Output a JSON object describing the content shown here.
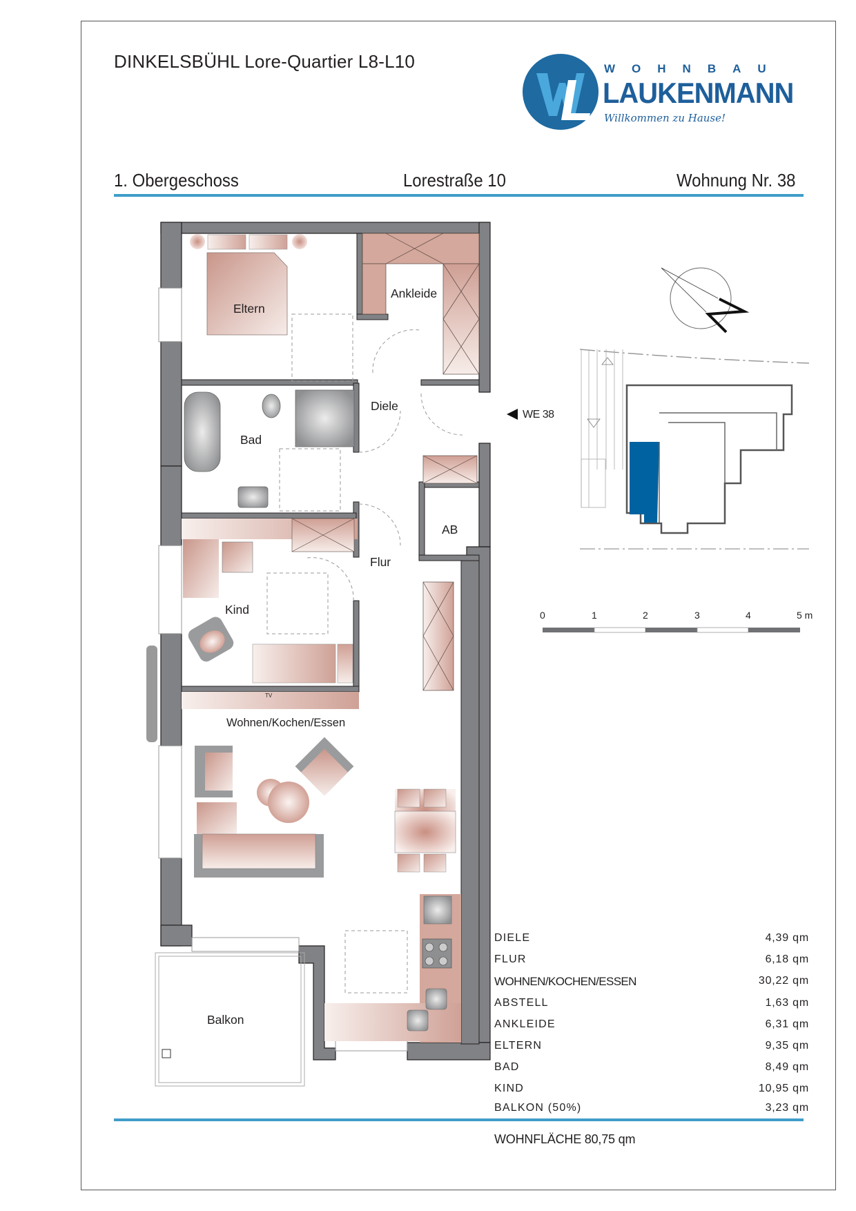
{
  "header": {
    "project": "DINKELSBÜHL  Lore-Quartier L8-L10",
    "floor": "1. Obergeschoss",
    "street": "Lorestraße 10",
    "unit": "Wohnung Nr. 38"
  },
  "logo": {
    "initials": "WL",
    "word_top": "WOHNBAU",
    "word_main": "LAUKENMANN",
    "slogan": "Willkommen zu Hause!",
    "brand_color": "#1e6aa1"
  },
  "floorplan": {
    "rooms": [
      {
        "id": "eltern",
        "label": "Eltern"
      },
      {
        "id": "ankleide",
        "label": "Ankleide"
      },
      {
        "id": "diele",
        "label": "Diele"
      },
      {
        "id": "bad",
        "label": "Bad"
      },
      {
        "id": "ab",
        "label": "AB"
      },
      {
        "id": "flur",
        "label": "Flur"
      },
      {
        "id": "kind",
        "label": "Kind"
      },
      {
        "id": "wohnen",
        "label": "Wohnen/Kochen/Essen"
      },
      {
        "id": "balkon",
        "label": "Balkon"
      }
    ],
    "tv_label": "TV",
    "entrance_label": "WE 38",
    "wall_color": "#808285",
    "furniture_color": "#d4a89c"
  },
  "site_plan": {
    "highlight_color": "#0062a0"
  },
  "scale_bar": {
    "ticks": [
      "0",
      "1",
      "2",
      "3",
      "4",
      "5 m"
    ]
  },
  "areas": {
    "rows": [
      {
        "name": "DIELE",
        "value": "4,39 qm"
      },
      {
        "name": "FLUR",
        "value": "6,18 qm"
      },
      {
        "name": "WOHNEN/KOCHEN/ESSEN",
        "value": "30,22 qm"
      },
      {
        "name": "ABSTELL",
        "value": "1,63 qm"
      },
      {
        "name": "ANKLEIDE",
        "value": "6,31 qm"
      },
      {
        "name": "ELTERN",
        "value": "9,35 qm"
      },
      {
        "name": "BAD",
        "value": "8,49 qm"
      },
      {
        "name": "KIND",
        "value": "10,95 qm"
      },
      {
        "name": "BALKON (50%)",
        "value": "3,23 qm"
      }
    ],
    "total": "WOHNFLÄCHE 80,75 qm"
  },
  "colors": {
    "accent_rule": "#3f9dc9"
  }
}
